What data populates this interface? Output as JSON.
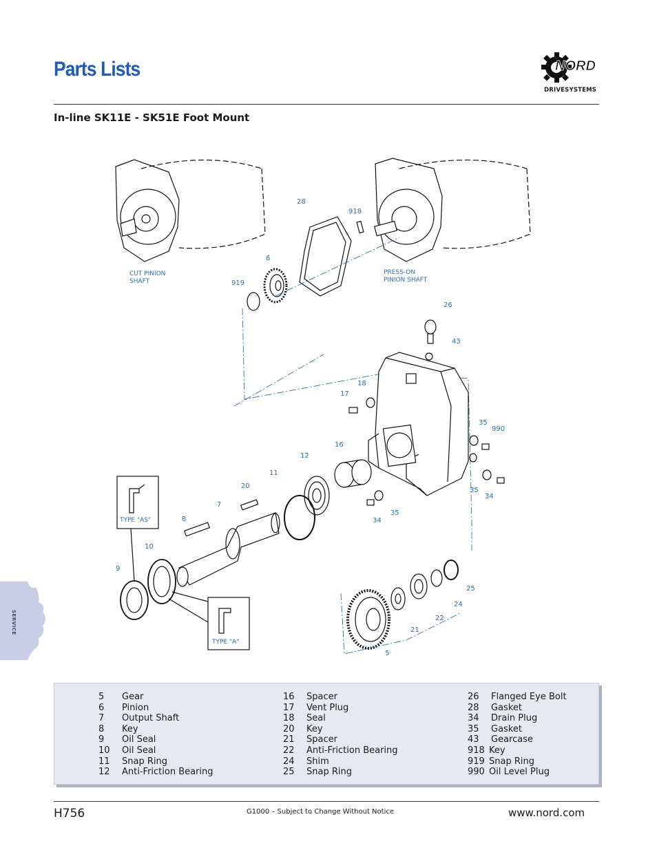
{
  "header": {
    "title": "Parts Lists",
    "brand_name": "NORD",
    "brand_tagline": "DRIVESYSTEMS"
  },
  "section": {
    "title": "In-line SK11E - SK51E Foot Mount"
  },
  "diagram": {
    "labels": {
      "cut_pinion_shaft_1": "CUT PINION",
      "cut_pinion_shaft_2": "SHAFT",
      "press_on_1": "PRESS-ON",
      "press_on_2": "PINION SHAFT",
      "type_as": "TYPE \"AS\"",
      "type_a": "TYPE \"A\""
    },
    "callouts": {
      "c28": "28",
      "c918": "918",
      "c6": "6",
      "c919": "919",
      "c26": "26",
      "c43": "43",
      "c18": "18",
      "c17": "17",
      "c35a": "35",
      "c990": "990",
      "c16": "16",
      "c12": "12",
      "c11": "11",
      "c20": "20",
      "c7": "7",
      "c8": "8",
      "c35b": "35",
      "c34a": "34",
      "c35c": "35",
      "c34b": "34",
      "c10": "10",
      "c9": "9",
      "c25": "25",
      "c24": "24",
      "c22": "22",
      "c21": "21",
      "c5": "5"
    }
  },
  "parts": {
    "col1": [
      {
        "num": "5",
        "name": "Gear"
      },
      {
        "num": "6",
        "name": "Pinion"
      },
      {
        "num": "7",
        "name": "Output Shaft"
      },
      {
        "num": "8",
        "name": "Key"
      },
      {
        "num": "9",
        "name": "Oil Seal"
      },
      {
        "num": "10",
        "name": "Oil Seal"
      },
      {
        "num": "11",
        "name": "Snap Ring"
      },
      {
        "num": "12",
        "name": "Anti-Friction Bearing"
      }
    ],
    "col2": [
      {
        "num": "16",
        "name": "Spacer"
      },
      {
        "num": "17",
        "name": "Vent Plug"
      },
      {
        "num": "18",
        "name": "Seal"
      },
      {
        "num": "20",
        "name": "Key"
      },
      {
        "num": "21",
        "name": "Spacer"
      },
      {
        "num": "22",
        "name": "Anti-Friction Bearing"
      },
      {
        "num": "24",
        "name": "Shim"
      },
      {
        "num": "25",
        "name": "Snap Ring"
      }
    ],
    "col3": [
      {
        "num": "26",
        "name": "Flanged Eye Bolt"
      },
      {
        "num": "28",
        "name": "Gasket"
      },
      {
        "num": "34",
        "name": "Drain Plug"
      },
      {
        "num": "35",
        "name": "Gasket"
      },
      {
        "num": "43",
        "name": "Gearcase"
      },
      {
        "num": "918",
        "name": "Key"
      },
      {
        "num": "919",
        "name": "Snap Ring"
      },
      {
        "num": "990",
        "name": "Oil Level Plug"
      }
    ]
  },
  "side_tab": {
    "label": "SERVICE"
  },
  "footer": {
    "page_number": "H756",
    "note": "G1000 – Subject to Change Without Notice",
    "url": "www.nord.com"
  },
  "colors": {
    "title_blue": "#1f5bb5",
    "callout_blue": "#2a6fb8",
    "tab_lavender": "#c9cde8"
  }
}
